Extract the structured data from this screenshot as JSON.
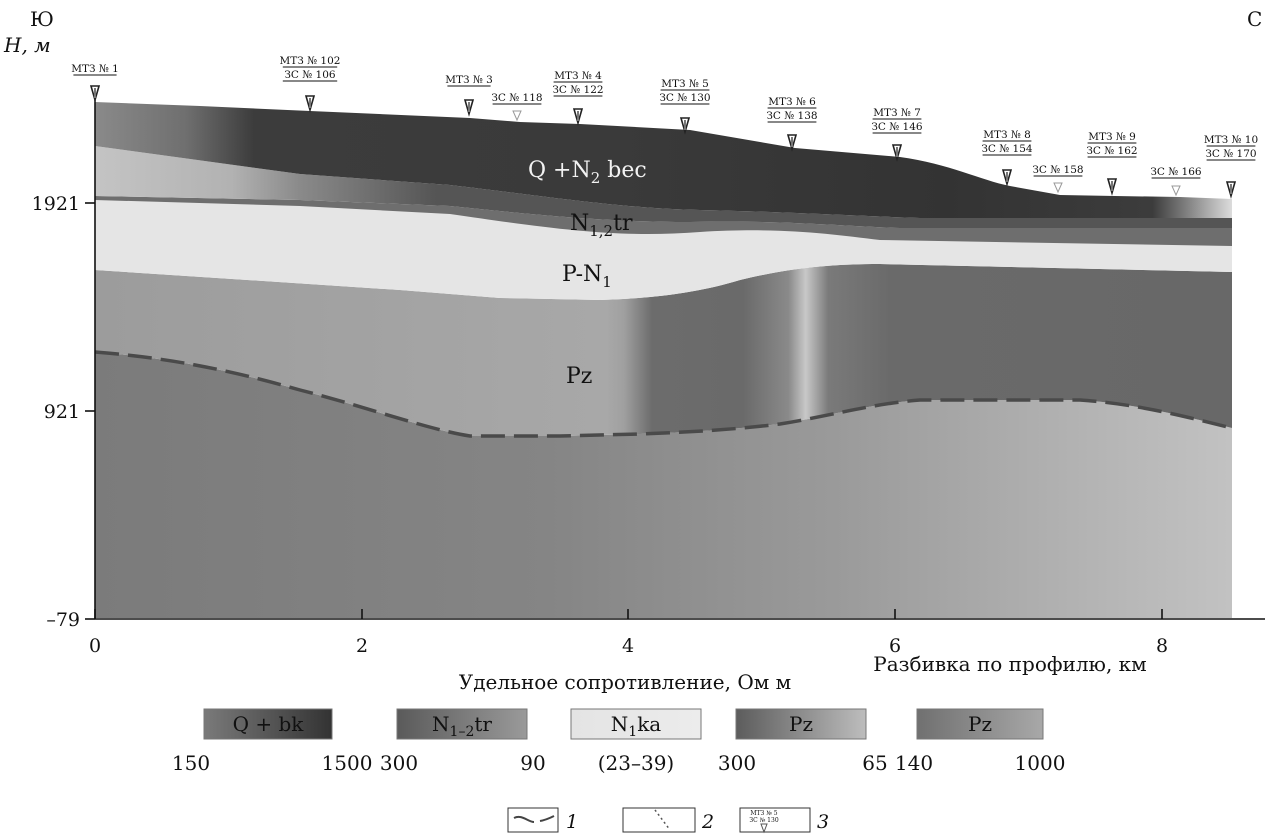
{
  "compass": {
    "south": "Ю",
    "north": "С"
  },
  "axis": {
    "y_label": "H, м",
    "y_ticks": [
      "1921",
      "921",
      "–79"
    ],
    "x_ticks": [
      "0",
      "2",
      "4",
      "6",
      "8"
    ],
    "x_label": "Разбивка по профилю, км"
  },
  "stations": [
    {
      "label": "МТЗ № 1",
      "sub": "",
      "type": "main"
    },
    {
      "label": "МТЗ № 102",
      "sub": "ЗС № 106",
      "type": "main"
    },
    {
      "label": "МТЗ № 3",
      "sub": "",
      "type": "main"
    },
    {
      "label": "ЗС № 118",
      "sub": "",
      "type": "secondary"
    },
    {
      "label": "МТЗ № 4",
      "sub": "ЗС № 122",
      "type": "main"
    },
    {
      "label": "МТЗ № 5",
      "sub": "ЗС № 130",
      "type": "main"
    },
    {
      "label": "МТЗ № 6",
      "sub": "ЗС № 138",
      "type": "main"
    },
    {
      "label": "МТЗ № 7",
      "sub": "ЗС № 146",
      "type": "main"
    },
    {
      "label": "МТЗ № 8",
      "sub": "ЗС № 154",
      "type": "main"
    },
    {
      "label": "ЗС № 158",
      "sub": "",
      "type": "secondary"
    },
    {
      "label": "МТЗ № 9",
      "sub": "ЗС № 162",
      "type": "main"
    },
    {
      "label": "ЗС № 166",
      "sub": "",
      "type": "secondary"
    },
    {
      "label": "МТЗ № 10",
      "sub": "ЗС № 170",
      "type": "main"
    }
  ],
  "layers": {
    "q": {
      "base": "Q +N",
      "sub": "2",
      "suffix": " bec"
    },
    "n12": {
      "base": "N",
      "sub": "1,2",
      "suffix": "tr"
    },
    "pn1": {
      "base": "P-N",
      "sub": "1",
      "suffix": ""
    },
    "pz": {
      "base": "Pz",
      "sub": "",
      "suffix": ""
    }
  },
  "colors": {
    "q_dark": "#404040",
    "q_light": "#b8b8b8",
    "n12": "#6e6e6e",
    "pn1": "#e6e6e6",
    "pz_upper": "#9e9e9e",
    "pz_lower": "#7d7d7d",
    "boundary": "#444444"
  },
  "resistivity": {
    "title": "Удельное сопротивление, Ом м",
    "scales": [
      {
        "label_base": "Q + bk",
        "label_sub": "",
        "label_suffix": "",
        "min": "150",
        "max": "1500",
        "center": ""
      },
      {
        "label_base": "N",
        "label_sub": "1–2",
        "label_suffix": "tr",
        "min": "300",
        "max": "90",
        "center": ""
      },
      {
        "label_base": "N",
        "label_sub": "1",
        "label_suffix": "ka",
        "min": "",
        "max": "",
        "center": "(23–39)"
      },
      {
        "label_base": "Pz",
        "label_sub": "",
        "label_suffix": "",
        "min": "300",
        "max": "65",
        "center": ""
      },
      {
        "label_base": "Pz",
        "label_sub": "",
        "label_suffix": "",
        "min": "140",
        "max": "1000",
        "center": ""
      }
    ]
  },
  "legend": {
    "items": [
      {
        "number": "1"
      },
      {
        "number": "2"
      },
      {
        "number": "3",
        "sample_top": "МТЗ № 5",
        "sample_bottom": "ЗС № 130"
      }
    ]
  }
}
